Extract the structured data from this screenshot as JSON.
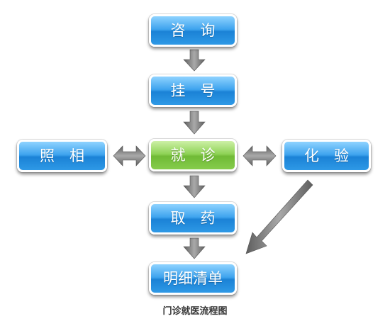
{
  "diagram": {
    "caption": "门诊就医流程图",
    "nodes": {
      "zixun": "咨　询",
      "guahao": "挂　号",
      "jiuzhen": "就　诊",
      "zhaoxiang": "照　相",
      "huayan": "化　验",
      "quyao": "取　药",
      "mingxi": "明细清单"
    },
    "colors": {
      "node_blue": "#2e99e6",
      "node_green": "#8ed256",
      "arrow_gray": "#7a7a7a"
    }
  }
}
